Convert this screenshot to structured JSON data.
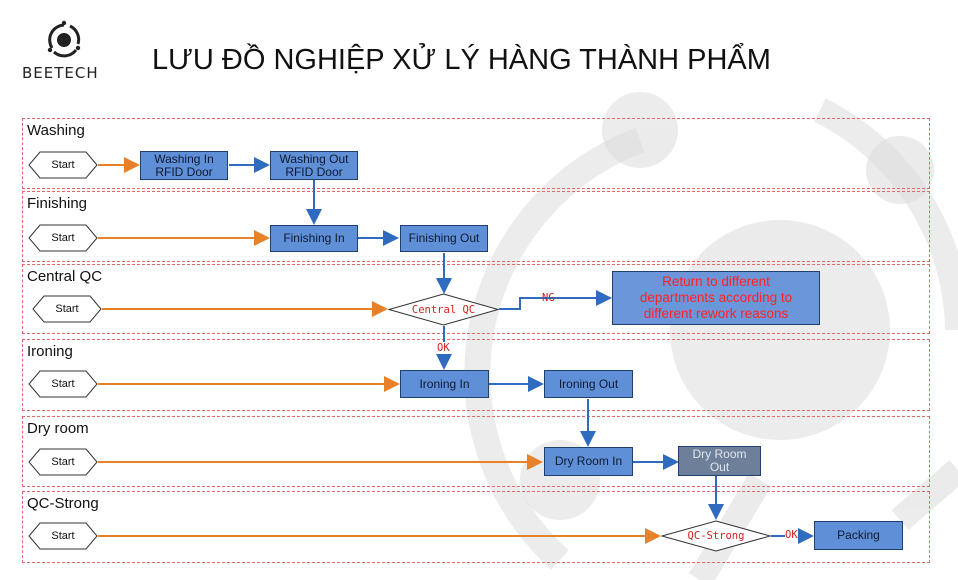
{
  "header": {
    "logo_text": "BEETECH",
    "title": "LƯU ĐỒ NGHIỆP XỬ LÝ HÀNG THÀNH PHẨM"
  },
  "lanes": [
    {
      "label": "Washing",
      "start": "Start"
    },
    {
      "label": "Finishing",
      "start": "Start"
    },
    {
      "label": "Central QC",
      "start": "Start"
    },
    {
      "label": "Ironing",
      "start": "Start"
    },
    {
      "label": "Dry room",
      "start": "Start"
    },
    {
      "label": "QC-Strong",
      "start": "Start"
    }
  ],
  "nodes": {
    "washing_in": [
      "Washing In",
      "RFID Door"
    ],
    "washing_out": [
      "Washing Out",
      "RFID Door"
    ],
    "finishing_in": "Finishing In",
    "finishing_out": "Finishing Out",
    "central_qc": "Central QC",
    "rework": [
      "Return to different",
      "departments according to",
      "different rework reasons"
    ],
    "ironing_in": "Ironing In",
    "ironing_out": "Ironing Out",
    "dry_room_in": "Dry Room In",
    "dry_room_out": [
      "Dry Room",
      "Out"
    ],
    "qc_strong": "QC-Strong",
    "packing": "Packing"
  },
  "edge_labels": {
    "ng": "NG",
    "ok_central": "OK",
    "ok_strong": "OK"
  },
  "colors": {
    "lane_border": "#e46a6a",
    "box_fill": "#5f8fd6",
    "box_border": "#1f3f6e",
    "arrow_orange": "#e8822a",
    "arrow_blue": "#2f6cc0",
    "red_text": "#d62020"
  }
}
